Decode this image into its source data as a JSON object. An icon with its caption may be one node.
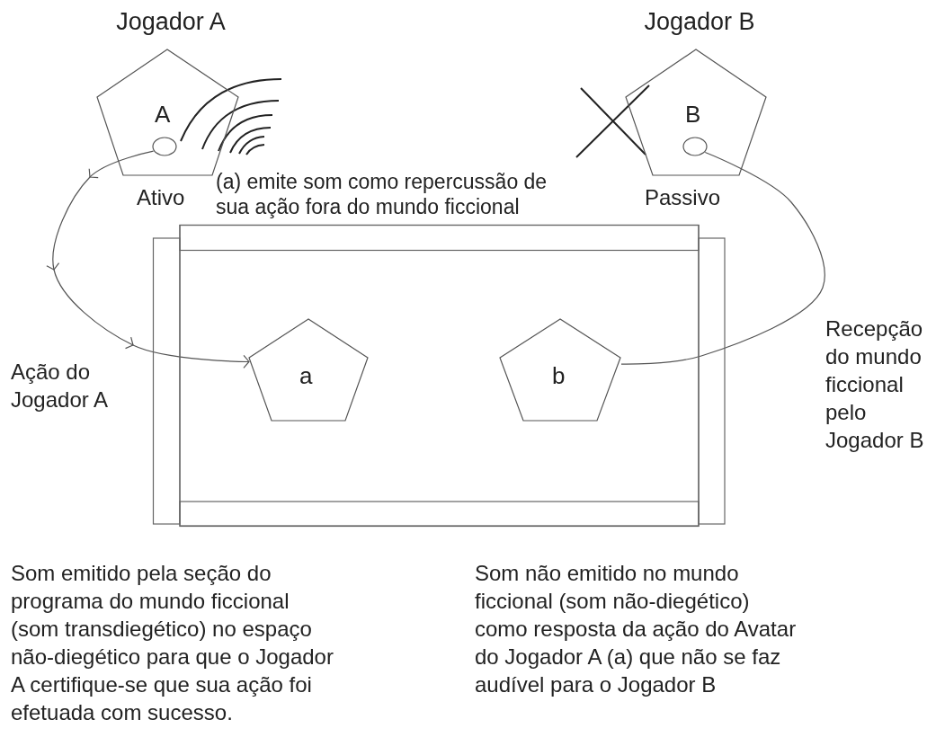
{
  "diagram": {
    "nodes": [
      {
        "text": [
          "Jogador A",
          "A"
        ],
        "beside": [
          "Ativo"
        ]
      },
      {
        "text": [],
        "shape": "circle",
        "in": 0
      },
      {
        "text": [
          "Jogador B",
          "B"
        ],
        "beside": [
          "Passivo"
        ]
      },
      {
        "text": [],
        "shape": "circle",
        "in": 2
      },
      {
        "text": [],
        "shape": "box"
      },
      {
        "text": [
          "a"
        ],
        "in": 4
      },
      {
        "text": [
          "b"
        ],
        "in": 4
      }
    ],
    "edges": [
      {
        "from": 1,
        "to": 5,
        "arrow": "to",
        "label": "Ação do Jogador A"
      },
      {
        "from": 6,
        "to": 3,
        "arrow": "none",
        "label": "Recepção do mundo ficcional pelo Jogador B"
      }
    ],
    "labels": [
      "(a) emite som como repercussão de sua ação fora do mundo ficcional",
      "Som emitido pela seção do programa do mundo ficcional (som transdiegético) no espaço não-diegético para que o Jogador A certifique-se que sua ação foi efetuada com sucesso.",
      "Som não emitido no mundo ficcional (som não-diegético) como resposta da ação do Avatar do Jogador A (a) que não se faz audível para o Jogador B"
    ]
  }
}
